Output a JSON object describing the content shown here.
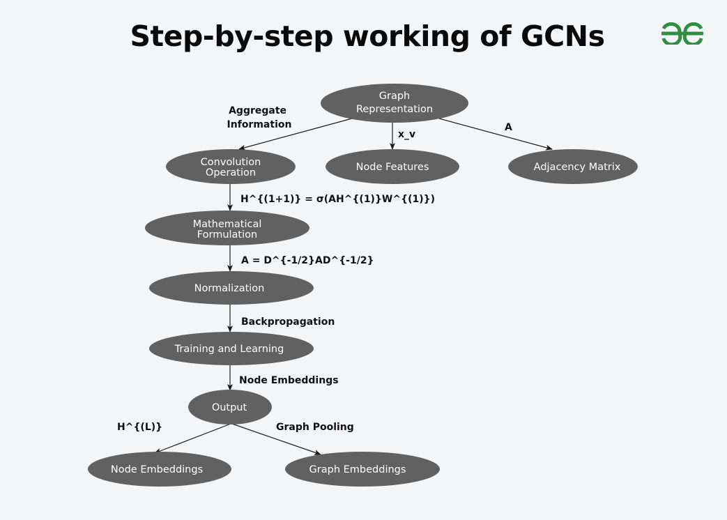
{
  "title": "Step-by-step working of GCNs",
  "logo": {
    "name": "GeeksforGeeks logo",
    "glyph": "ƏG",
    "color": "#2f8d46"
  },
  "colors": {
    "node_fill": "#616161",
    "node_text": "#ffffff",
    "edge": "#1a1a1a",
    "background": "#f4f5f7"
  },
  "nodes": {
    "graph_representation": [
      "Graph",
      "Representation"
    ],
    "convolution_operation": [
      "Convolution",
      "Operation"
    ],
    "node_features": [
      "Node Features"
    ],
    "adjacency_matrix": [
      "Adjacency Matrix"
    ],
    "mathematical_formulation": [
      "Mathematical",
      "Formulation"
    ],
    "normalization": [
      "Normalization"
    ],
    "training_and_learning": [
      "Training and Learning"
    ],
    "output": [
      "Output"
    ],
    "node_embeddings": [
      "Node Embeddings"
    ],
    "graph_embeddings": [
      "Graph Embeddings"
    ]
  },
  "edges": [
    {
      "from": "graph_representation",
      "to": "convolution_operation",
      "label": [
        "Aggregate",
        "Information"
      ]
    },
    {
      "from": "graph_representation",
      "to": "node_features",
      "label": [
        "x_v"
      ]
    },
    {
      "from": "graph_representation",
      "to": "adjacency_matrix",
      "label": [
        "A"
      ]
    },
    {
      "from": "convolution_operation",
      "to": "mathematical_formulation",
      "label": [
        "H^{(1+1)} = σ(AH^{(1)}W^{(1)})"
      ]
    },
    {
      "from": "mathematical_formulation",
      "to": "normalization",
      "label": [
        "A = D^{-1/2}AD^{-1/2}"
      ]
    },
    {
      "from": "normalization",
      "to": "training_and_learning",
      "label": [
        "Backpropagation"
      ]
    },
    {
      "from": "training_and_learning",
      "to": "output",
      "label": [
        "Node Embeddings"
      ]
    },
    {
      "from": "output",
      "to": "node_embeddings",
      "label": [
        "H^{(L)}"
      ]
    },
    {
      "from": "output",
      "to": "graph_embeddings",
      "label": [
        "Graph Pooling"
      ]
    }
  ]
}
